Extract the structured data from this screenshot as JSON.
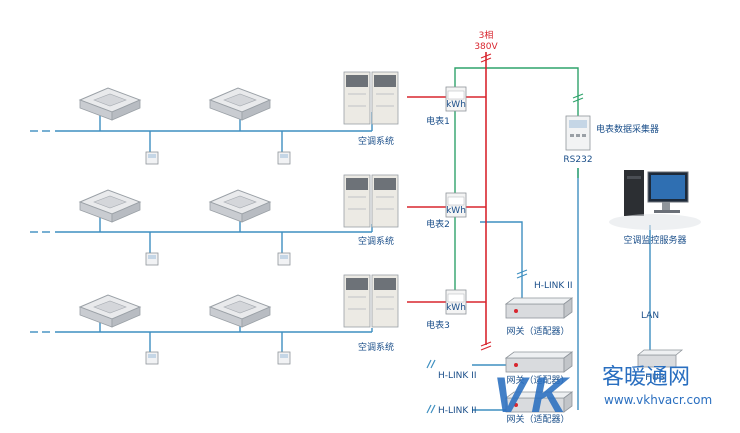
{
  "power_label": [
    "3相",
    "380V"
  ],
  "ac_system_label": "空调系统",
  "meters": [
    "电表1",
    "电表2",
    "电表3"
  ],
  "meter_unit": "kWh",
  "collector_label": "电表数据采集器",
  "rs232_label": "RS232",
  "server_label": "空调监控服务器",
  "lan_label": "LAN",
  "hlink_label": "H-LINK II",
  "gateway_label": "网关（适配器）",
  "hub_label": "HUB",
  "watermark": {
    "brand_cn": "客暖通网",
    "url": "www.vkhvacr.com"
  },
  "colors": {
    "pipe": "#3e8fc0",
    "data": "#2fa36b",
    "power": "#d8262f",
    "text": "#1b4f8a"
  }
}
